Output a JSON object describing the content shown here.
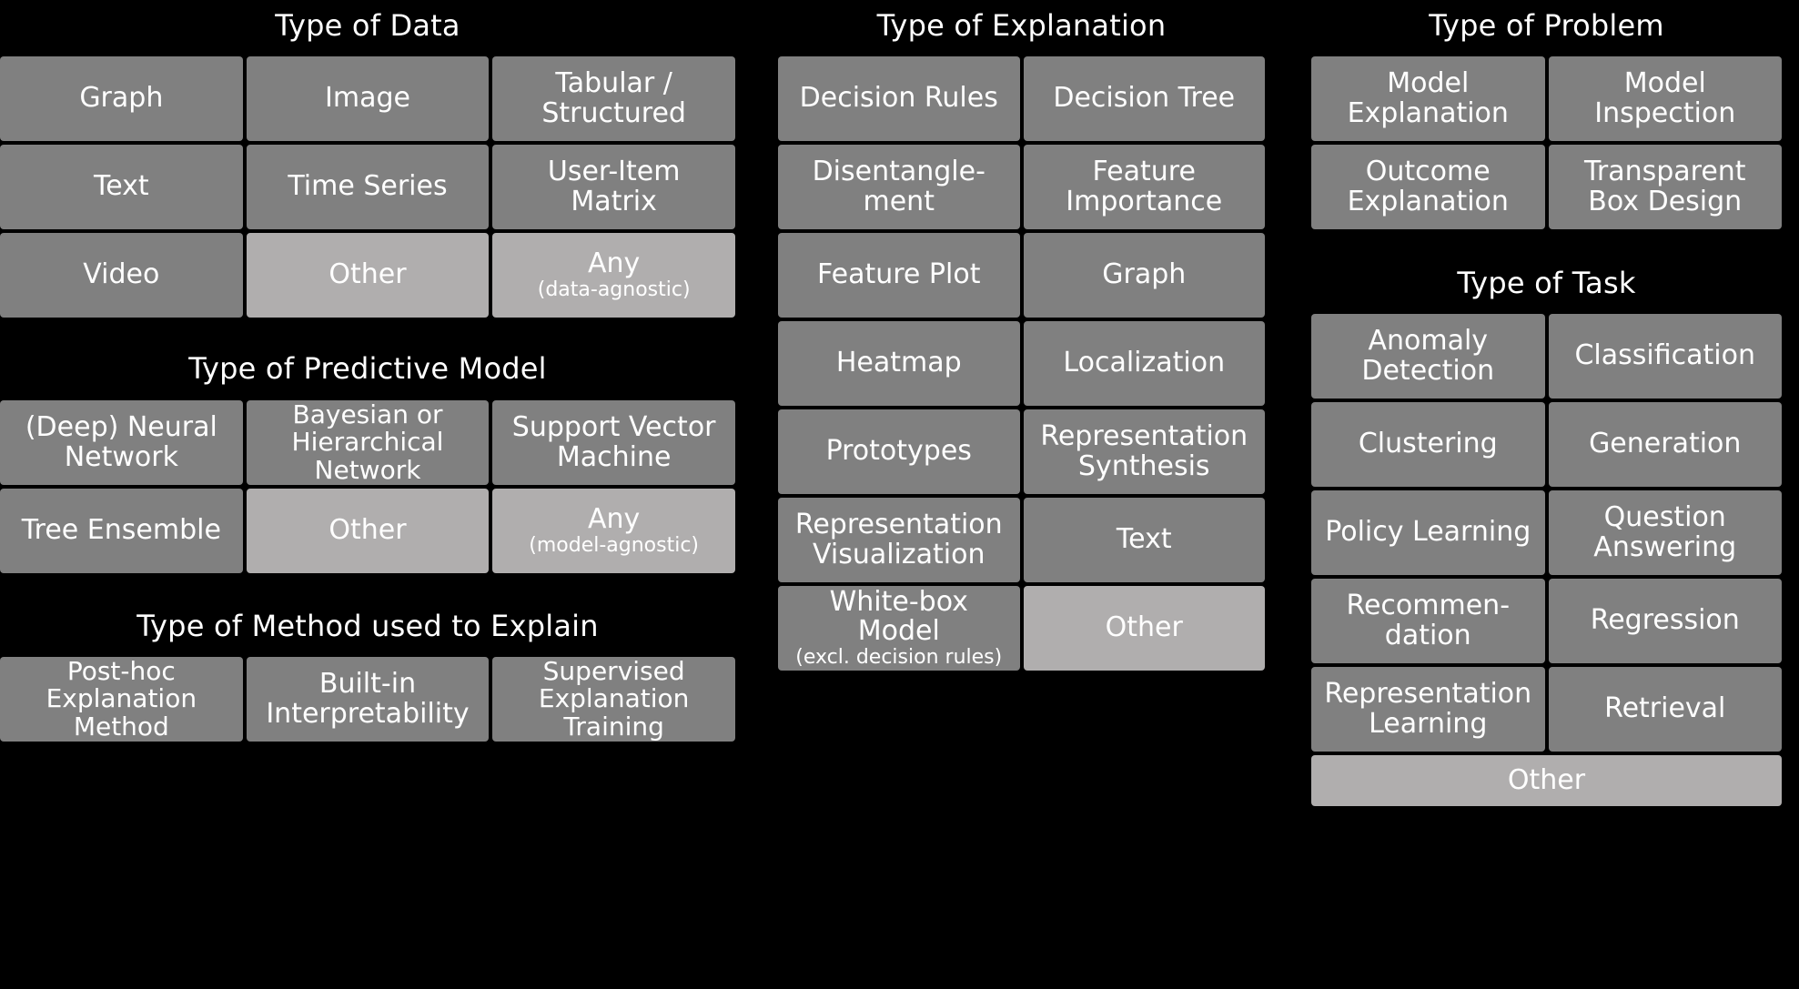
{
  "background_color": "#000000",
  "tile_color": "#808080",
  "tile_color_light": "#b0aeae",
  "text_color": "#ffffff",
  "sections": {
    "type_of_data": {
      "title": "Type of Data",
      "tiles": [
        {
          "label": "Graph",
          "variant": "normal"
        },
        {
          "label": "Image",
          "variant": "normal"
        },
        {
          "label": "Tabular /\nStructured",
          "variant": "normal"
        },
        {
          "label": "Text",
          "variant": "normal"
        },
        {
          "label": "Time Series",
          "variant": "normal"
        },
        {
          "label": "User-Item\nMatrix",
          "variant": "normal"
        },
        {
          "label": "Video",
          "variant": "normal"
        },
        {
          "label": "Other",
          "variant": "light"
        },
        {
          "label": "Any",
          "sub": "(data-agnostic)",
          "variant": "light"
        }
      ]
    },
    "type_of_predictive_model": {
      "title": "Type of Predictive Model",
      "tiles": [
        {
          "label": "(Deep) Neural\nNetwork",
          "variant": "normal"
        },
        {
          "label": "Bayesian or\nHierarchical\nNetwork",
          "variant": "normal"
        },
        {
          "label": "Support Vector\nMachine",
          "variant": "normal"
        },
        {
          "label": "Tree Ensemble",
          "variant": "normal"
        },
        {
          "label": "Other",
          "variant": "light"
        },
        {
          "label": "Any",
          "sub": "(model-agnostic)",
          "variant": "light"
        }
      ]
    },
    "type_of_method_used_to_explain": {
      "title": "Type of Method used to Explain",
      "tiles": [
        {
          "label": "Post-hoc\nExplanation\nMethod",
          "variant": "normal"
        },
        {
          "label": "Built-in\nInterpretability",
          "variant": "normal"
        },
        {
          "label": "Supervised\nExplanation\nTraining",
          "variant": "normal"
        }
      ]
    },
    "type_of_explanation": {
      "title": "Type of Explanation",
      "tiles": [
        {
          "label": "Decision Rules",
          "variant": "normal"
        },
        {
          "label": "Decision Tree",
          "variant": "normal"
        },
        {
          "label": "Disentangle-\nment",
          "variant": "normal"
        },
        {
          "label": "Feature\nImportance",
          "variant": "normal"
        },
        {
          "label": "Feature Plot",
          "variant": "normal"
        },
        {
          "label": "Graph",
          "variant": "normal"
        },
        {
          "label": "Heatmap",
          "variant": "normal"
        },
        {
          "label": "Localization",
          "variant": "normal"
        },
        {
          "label": "Prototypes",
          "variant": "normal"
        },
        {
          "label": "Representation\nSynthesis",
          "variant": "normal"
        },
        {
          "label": "Representation\nVisualization",
          "variant": "normal"
        },
        {
          "label": "Text",
          "variant": "normal"
        },
        {
          "label": "White-box\nModel",
          "sub": "(excl. decision rules)",
          "variant": "normal"
        },
        {
          "label": "Other",
          "variant": "light"
        }
      ]
    },
    "type_of_problem": {
      "title": "Type of Problem",
      "tiles": [
        {
          "label": "Model\nExplanation",
          "variant": "normal"
        },
        {
          "label": "Model\nInspection",
          "variant": "normal"
        },
        {
          "label": "Outcome\nExplanation",
          "variant": "normal"
        },
        {
          "label": "Transparent\nBox Design",
          "variant": "normal"
        }
      ]
    },
    "type_of_task": {
      "title": "Type of Task",
      "tiles": [
        {
          "label": "Anomaly\nDetection",
          "variant": "normal"
        },
        {
          "label": "Classification",
          "variant": "normal"
        },
        {
          "label": "Clustering",
          "variant": "normal"
        },
        {
          "label": "Generation",
          "variant": "normal"
        },
        {
          "label": "Policy Learning",
          "variant": "normal"
        },
        {
          "label": "Question\nAnswering",
          "variant": "normal"
        },
        {
          "label": "Recommen-\ndation",
          "variant": "normal"
        },
        {
          "label": "Regression",
          "variant": "normal"
        },
        {
          "label": "Representation\nLearning",
          "variant": "normal"
        },
        {
          "label": "Retrieval",
          "variant": "normal"
        },
        {
          "label": "Other",
          "variant": "light",
          "span": 2
        }
      ]
    }
  }
}
